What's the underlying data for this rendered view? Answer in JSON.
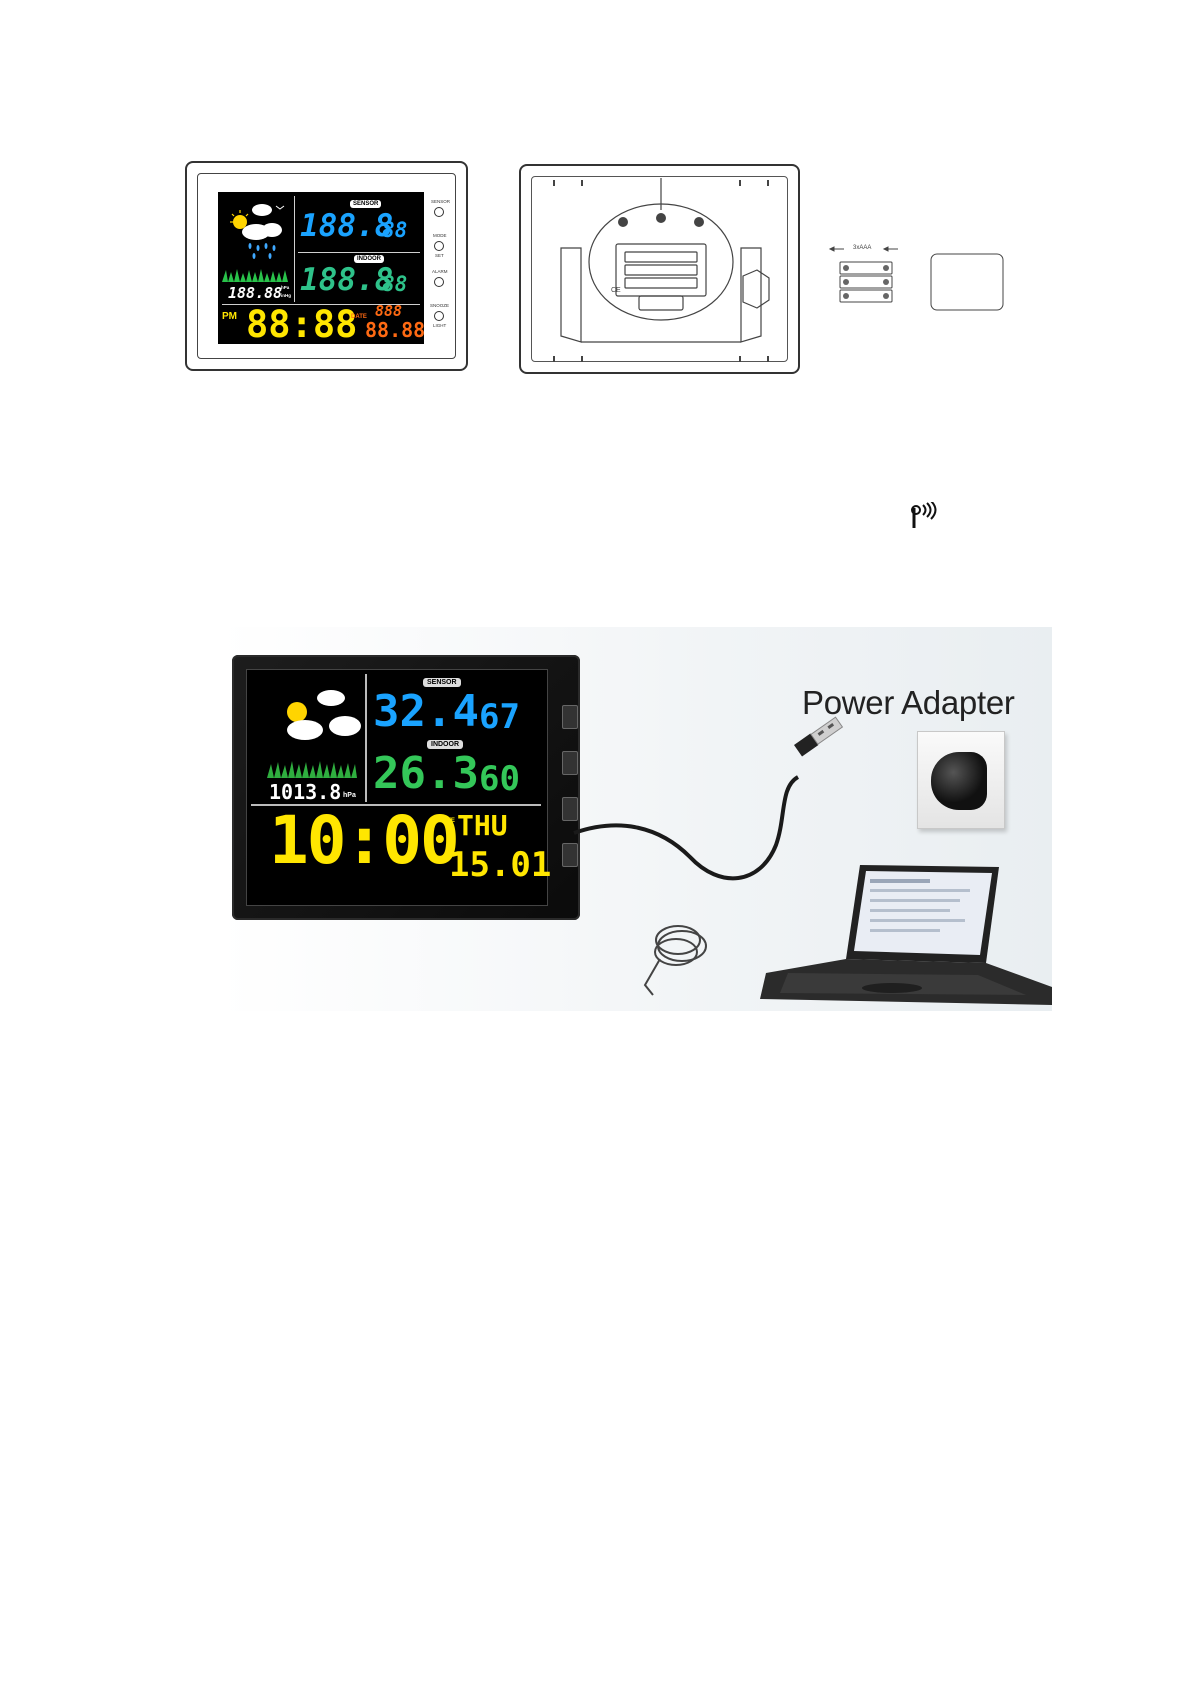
{
  "front_unit": {
    "sensor_tag": "SENSOR",
    "indoor_tag": "INDOOR",
    "pressure_digits": "188.88",
    "pressure_units": [
      "hPa",
      "inHg"
    ],
    "sensor_temp": "188.8",
    "sensor_humidity": "88",
    "indoor_temp": "188.8",
    "indoor_humidity": "88",
    "pm_label": "PM",
    "clock": "88:88",
    "weekday_digits": "888",
    "date_label": "DATE",
    "date_digits": "88.88",
    "side_buttons": [
      "SENSOR",
      "MODE",
      "ALARM",
      "SNOOZE"
    ],
    "side_button_subs": [
      "",
      "SET",
      "",
      "LIGHT"
    ]
  },
  "battery": {
    "label": "3xAAA"
  },
  "photo": {
    "power_adapter_label": "Power Adapter",
    "sensor_tag": "SENSOR",
    "indoor_tag": "INDOOR",
    "pressure_reading": "1013.8",
    "pressure_unit": "hPa",
    "sensor_temp": "32.4",
    "sensor_humidity": "67",
    "indoor_temp": "26.3",
    "indoor_humidity": "60",
    "clock": "10:00",
    "day": "THU",
    "date": "15.01",
    "date_label": "DATE"
  },
  "colors": {
    "blue": "#1aa3ff",
    "green": "#34c759",
    "yellow": "#ffe600",
    "orange": "#ff6a13",
    "teal": "#2ec28a"
  }
}
